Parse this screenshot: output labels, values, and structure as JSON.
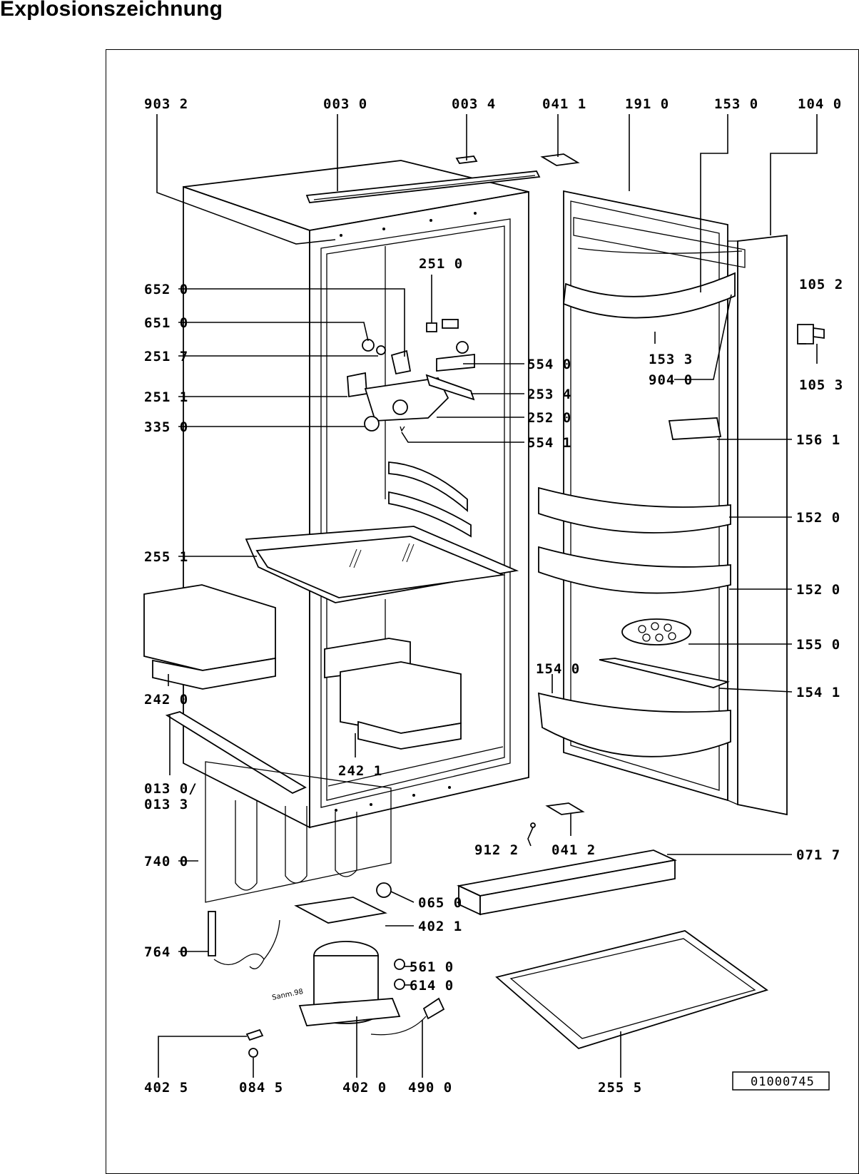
{
  "page_title": "Explosionszeichnung",
  "drawing_number": "01000745",
  "small_note": "Sanm.98",
  "part_labels": {
    "p9032": "903 2",
    "p0030": "003 0",
    "p0034": "003 4",
    "p0411": "041 1",
    "p1910": "191 0",
    "p1530": "153 0",
    "p1040": "104 0",
    "p2510": "251 0",
    "p6520": "652 0",
    "p6510": "651 0",
    "p2517": "251 7",
    "p2511": "251 1",
    "p3350": "335 0",
    "p5540": "554 0",
    "p2534": "253 4",
    "p2520": "252 0",
    "p5541": "554 1",
    "p1533": "153 3",
    "p9040": "904 0",
    "p1052": "105 2",
    "p1053": "105 3",
    "p1561": "156 1",
    "p1520a": "152 0",
    "p2551": "255 1",
    "p1520b": "152 0",
    "p1550": "155 0",
    "p1540": "154 0",
    "p1541": "154 1",
    "p2420": "242 0",
    "p2421": "242 1",
    "p0130": "013 0/",
    "p0133": "013 3",
    "p9122": "912 2",
    "p0412": "041 2",
    "p0717": "071 7",
    "p7400": "740 0",
    "p0650": "065 0",
    "p4021": "402 1",
    "p7640": "764 0",
    "p5610": "561 0",
    "p6140": "614 0",
    "p4025": "402 5",
    "p0845": "084 5",
    "p4020": "402 0",
    "p4900": "490 0",
    "p2555": "255 5"
  }
}
